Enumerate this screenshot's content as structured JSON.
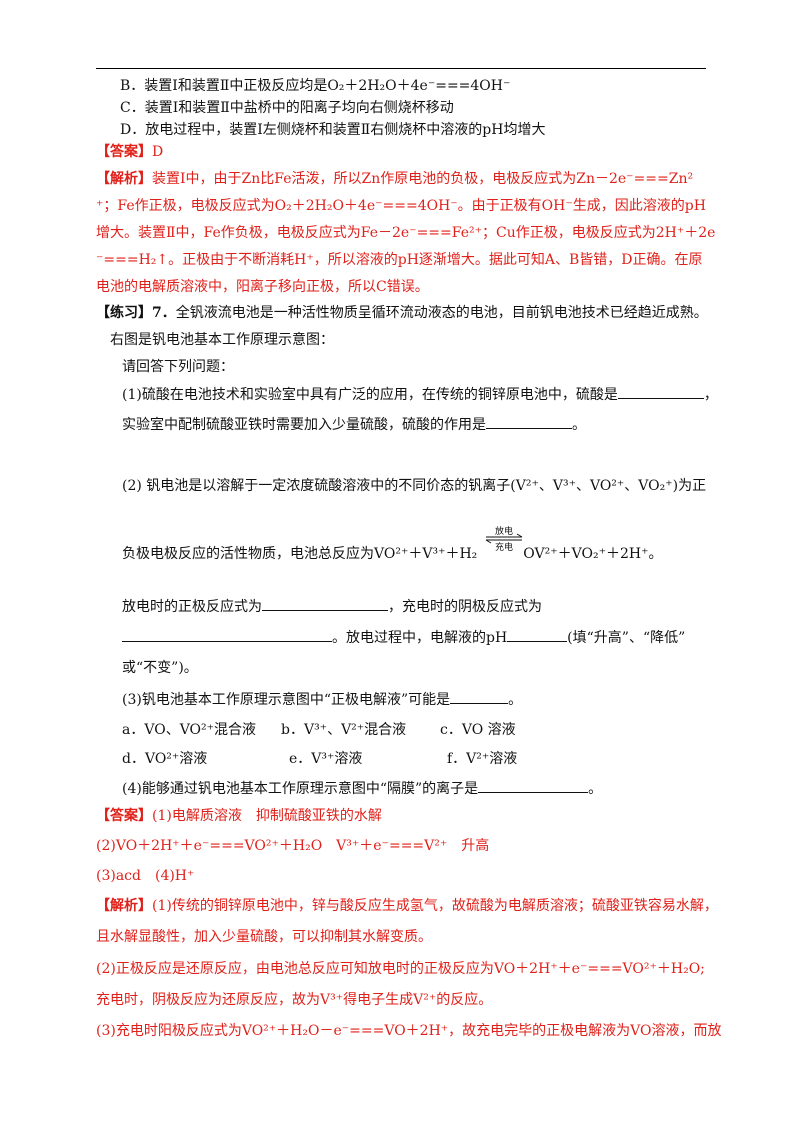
{
  "options_prev": {
    "B": "B．装置Ⅰ和装置Ⅱ中正极反应均是O₂＋2H₂O＋4e⁻===4OH⁻",
    "C": "C．装置Ⅰ和装置Ⅱ中盐桥中的阳离子均向右侧烧杯移动",
    "D": "D．放电过程中，装置Ⅰ左侧烧杯和装置Ⅱ右侧烧杯中溶液的pH均增大"
  },
  "answer1": {
    "label": "【答案】",
    "text": "D"
  },
  "analysis1": {
    "label": "【解析】",
    "lines": [
      "装置Ⅰ中，由于Zn比Fe活泼，所以Zn作原电池的负极，电极反应式为Zn－2e⁻===Zn²",
      "⁺；Fe作正极，电极反应式为O₂＋2H₂O＋4e⁻===4OH⁻。由于正极有OH⁻生成，因此溶液的pH",
      "增大。装置Ⅱ中，Fe作负极，电极反应式为Fe－2e⁻===Fe²⁺；Cu作正极，电极反应式为2H⁺＋2e",
      "⁻===H₂↑。正极由于不断消耗H⁺，所以溶液的pH逐渐增大。据此可知A、B皆错，D正确。在原",
      "电池的电解质溶液中，阳离子移向正极，所以C错误。"
    ]
  },
  "exercise": {
    "label": "【练习】7．",
    "intro": "全钒液流电池是一种活性物质呈循环流动液态的电池，目前钒电池技术已经趋近成熟。",
    "intro2": "右图是钒电池基本工作原理示意图：",
    "prompt": "请回答下列问题：",
    "q1a": "(1)硫酸在电池技术和实验室中具有广泛的应用，在传统的铜锌原电池中，硫酸是",
    "q1b": "实验室中配制硫酸亚铁时需要加入少量硫酸，硫酸的作用是",
    "q2a": "(2) 钒电池是以溶解于一定浓度硫酸溶液中的不同价态的钒离子(V²⁺、V³⁺、VO²⁺、VO₂⁺)为正",
    "q2b_pre": "负极电极反应的活性物质，电池总反应为VO²⁺＋V³⁺＋H₂",
    "q2b_post": "OV²⁺＋VO₂⁺＋2H⁺。",
    "arrow_top": "放电",
    "arrow_bottom": "充电",
    "q2c_1": "放电时的正极反应式为",
    "q2c_2": "，充电时的阴极反应式为",
    "q2d": "。放电过程中，电解液的pH",
    "q2d_tail": "(填“升高”、“降低”",
    "q2e": "或“不变”)。",
    "q3": "(3)钒电池基本工作原理示意图中“正极电解液”可能是",
    "q3_end": "。",
    "opt_a": "a．VO、VO²⁺混合液",
    "opt_b": "b．V³⁺、V²⁺混合液",
    "opt_c": "c．VO 溶液",
    "opt_d": "d．VO²⁺溶液",
    "opt_e": "e．V³⁺溶液",
    "opt_f": "f．V²⁺溶液",
    "q4": "(4)能够通过钒电池基本工作原理示意图中“隔膜”的离子是",
    "q4_end": "。"
  },
  "answer2": {
    "label": "【答案】",
    "line1": "(1)电解质溶液　抑制硫酸亚铁的水解",
    "line2": "(2)VO＋2H⁺＋e⁻===VO²⁺＋H₂O　V³⁺＋e⁻===V²⁺　升高",
    "line3": "(3)acd　(4)H⁺"
  },
  "analysis2": {
    "label": "【解析】",
    "l1": "(1)传统的铜锌原电池中，锌与酸反应生成氢气，故硫酸为电解质溶液；硫酸亚铁容易水解，",
    "l2": "且水解显酸性，加入少量硫酸，可以抑制其水解变质。",
    "l3": "(2)正极反应是还原反应，由电池总反应可知放电时的正极反应为VO＋2H⁺＋e⁻===VO²⁺＋H₂O;",
    "l4": "充电时，阴极反应为还原反应，故为V³⁺得电子生成V²⁺的反应。",
    "l5": "(3)充电时阳极反应式为VO²⁺＋H₂O－e⁻===VO＋2H⁺，故充电完毕的正极电解液为VO溶液，而放"
  }
}
